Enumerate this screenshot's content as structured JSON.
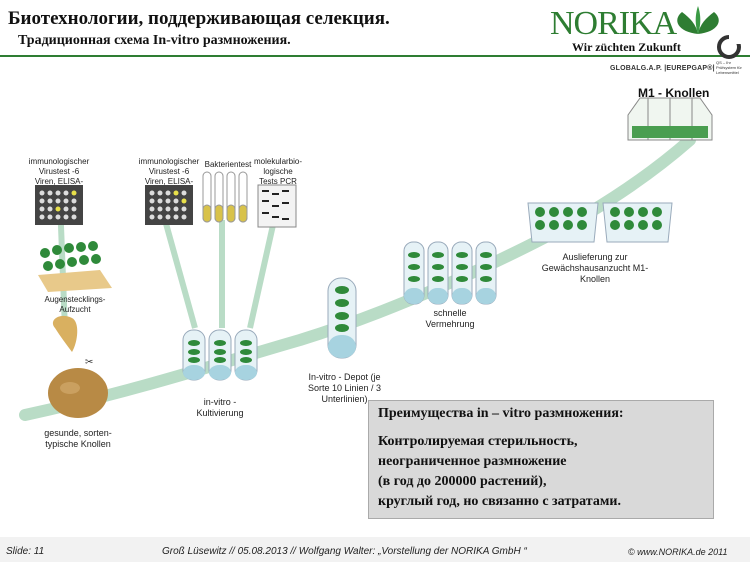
{
  "header": {
    "title": "Биотехнологии, поддерживающая селекция.",
    "subtitle": "Традиционная схема In-vitro размножения."
  },
  "logo": {
    "brand": "NORIKA",
    "tagline": "Wir züchten Zukunft",
    "gap": "GLOBALG.A.P. |EUREPGAP®|",
    "gap_small": "QS – Ihr Prüfsystem für Lebensmittel"
  },
  "diagram": {
    "m1_label": "M1 - Knollen",
    "test1_label": "immunologischer Virustest -6 Viren, ELISA-",
    "test2_label": "immunologischer Virustest -6 Viren, ELISA-",
    "bakterien_label": "Bakterientest",
    "pcr_label": "molekularbio-logische Tests PCR",
    "augen_label": "Augenstecklings-Aufzucht",
    "knollen_label": "gesunde, sorten-typische Knollen",
    "kultivierung_label": "in-vitro - Kultivierung",
    "depot_label": "In-vitro - Depot (je Sorte 10 Linien / 3 Unterlinien)",
    "vermehrung_label": "schnelle Vermehrung",
    "auslieferung_label": "Auslieferung zur Gewächshausanzucht M1-Knollen"
  },
  "advantages": {
    "heading": "Преимущества in – vitro размножения:",
    "lines": [
      "Контролируемая стерильность,",
      "неограниченное размножение",
      "(в год до 200000 растений),",
      "круглый год, но связанно с затратами."
    ]
  },
  "footer": {
    "slide": "Slide: 11",
    "event": "Groß Lüsewitz  //  05.08.2013  // Wolfgang Walter: „Vorstellung der NORIKA GmbH “",
    "copyright": "© www.NORIKA.de 2011"
  },
  "colors": {
    "accent": "#2e7d32",
    "path": "#b9dcc6",
    "plant": "#2f8a3a"
  }
}
